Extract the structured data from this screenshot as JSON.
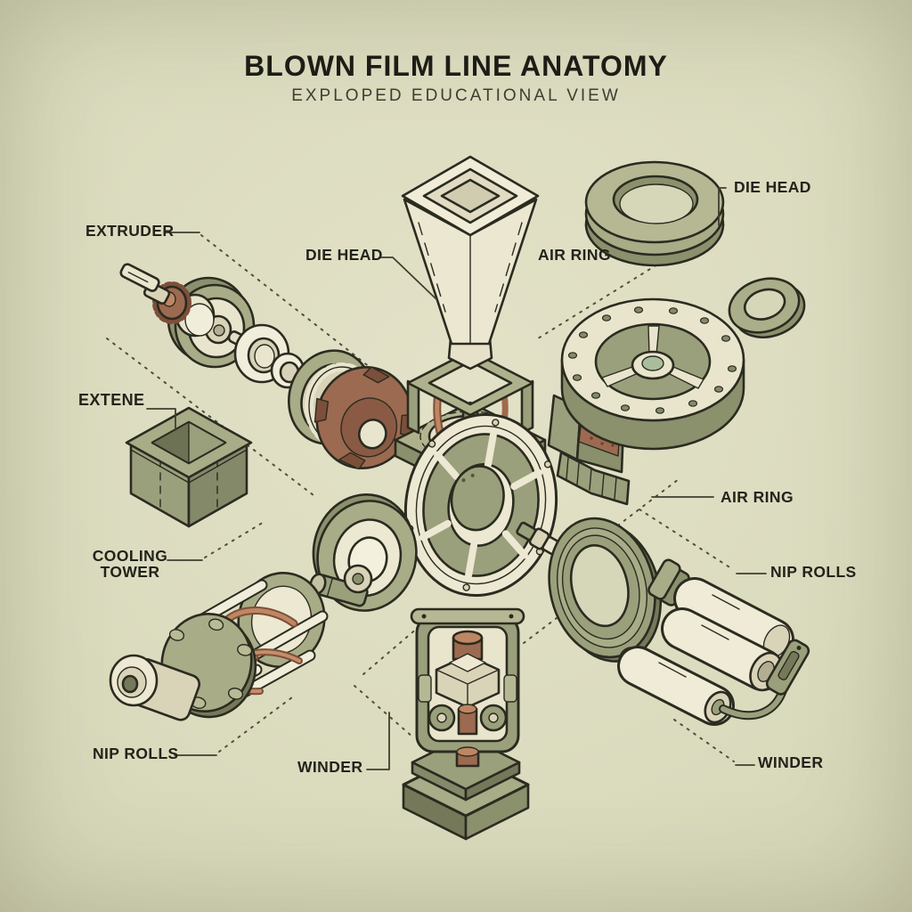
{
  "palette": {
    "ink": "#1d1d16",
    "label": "#23231b",
    "guide": "#50503b",
    "background": "#dadabd",
    "green": "#a8ac87",
    "green_dark": "#8b906d",
    "cream": "#ece8d2",
    "brown": "#9c6a50",
    "copper": "#bf8662"
  },
  "header": {
    "title": "BLOWN FILM LINE ANATOMY",
    "subtitle": "EXPLOPED EDUCATIONAL VIEW"
  },
  "labels": [
    {
      "id": "extruder",
      "text": "EXTRUDER"
    },
    {
      "id": "die-head-center",
      "text": "DIE HEAD"
    },
    {
      "id": "air-ring-center",
      "text": "AIR RING"
    },
    {
      "id": "die-head-right",
      "text": "DIE HEAD"
    },
    {
      "id": "extene",
      "text": "EXTENE"
    },
    {
      "id": "cooling-tower",
      "text": "COOLING TOWER"
    },
    {
      "id": "air-ring-right",
      "text": "AIR RING"
    },
    {
      "id": "nip-rolls-right",
      "text": "NIP ROLLS"
    },
    {
      "id": "nip-rolls-left",
      "text": "NIP ROLLS"
    },
    {
      "id": "winder-center",
      "text": "WINDER"
    },
    {
      "id": "winder-right",
      "text": "WINDER"
    }
  ],
  "parts": [
    "hopper-and-die-head-block",
    "die-head-ring",
    "sealing-ring",
    "extruder-screw-assembly",
    "air-ring-flange",
    "collapsing-plate-disc",
    "hopper-box",
    "cooling-disc",
    "cooling-tower-cage",
    "air-ring-torus",
    "nip-rolls",
    "winder-unit"
  ]
}
